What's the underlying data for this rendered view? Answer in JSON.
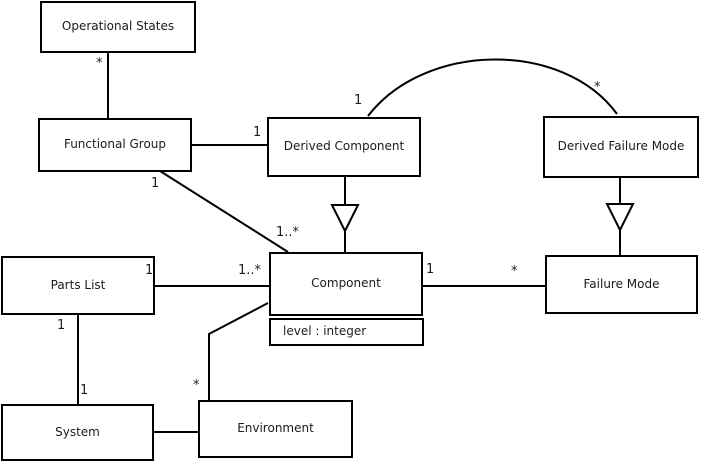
{
  "diagram": {
    "type": "uml-class-diagram",
    "classes": [
      {
        "name": "Operational States"
      },
      {
        "name": "Functional Group"
      },
      {
        "name": "Derived Component"
      },
      {
        "name": "Derived Failure Mode"
      },
      {
        "name": "Parts List"
      },
      {
        "name": "Component",
        "attributes": [
          "level : integer"
        ]
      },
      {
        "name": "Failure Mode"
      },
      {
        "name": "System"
      },
      {
        "name": "Environment"
      }
    ],
    "relations": [
      {
        "from": "Operational States",
        "to": "Functional Group",
        "type": "association",
        "from_multiplicity": "*"
      },
      {
        "from": "Functional Group",
        "to": "Derived Component",
        "type": "association",
        "to_multiplicity": "1"
      },
      {
        "from": "Functional Group",
        "to": "Component",
        "type": "association",
        "from_multiplicity": "1",
        "to_multiplicity": "1..*"
      },
      {
        "from": "Parts List",
        "to": "Component",
        "type": "association",
        "from_multiplicity": "1",
        "to_multiplicity": "1..*"
      },
      {
        "from": "Parts List",
        "to": "System",
        "type": "association",
        "from_multiplicity": "1",
        "to_multiplicity": "1"
      },
      {
        "from": "System",
        "to": "Environment",
        "type": "association"
      },
      {
        "from": "Environment",
        "to": "Component",
        "type": "association",
        "from_multiplicity": "*"
      },
      {
        "from": "Component",
        "to": "Failure Mode",
        "type": "association",
        "from_multiplicity": "1",
        "to_multiplicity": "*"
      },
      {
        "from": "Derived Component",
        "to": "Derived Failure Mode",
        "type": "association",
        "from_multiplicity": "1",
        "to_multiplicity": "*"
      },
      {
        "from": "Derived Component",
        "to": "Component",
        "type": "generalization"
      },
      {
        "from": "Derived Failure Mode",
        "to": "Failure Mode",
        "type": "generalization"
      }
    ]
  },
  "colors": {
    "line": "#000000",
    "background": "#ffffff",
    "text": "#1c1c1c"
  }
}
